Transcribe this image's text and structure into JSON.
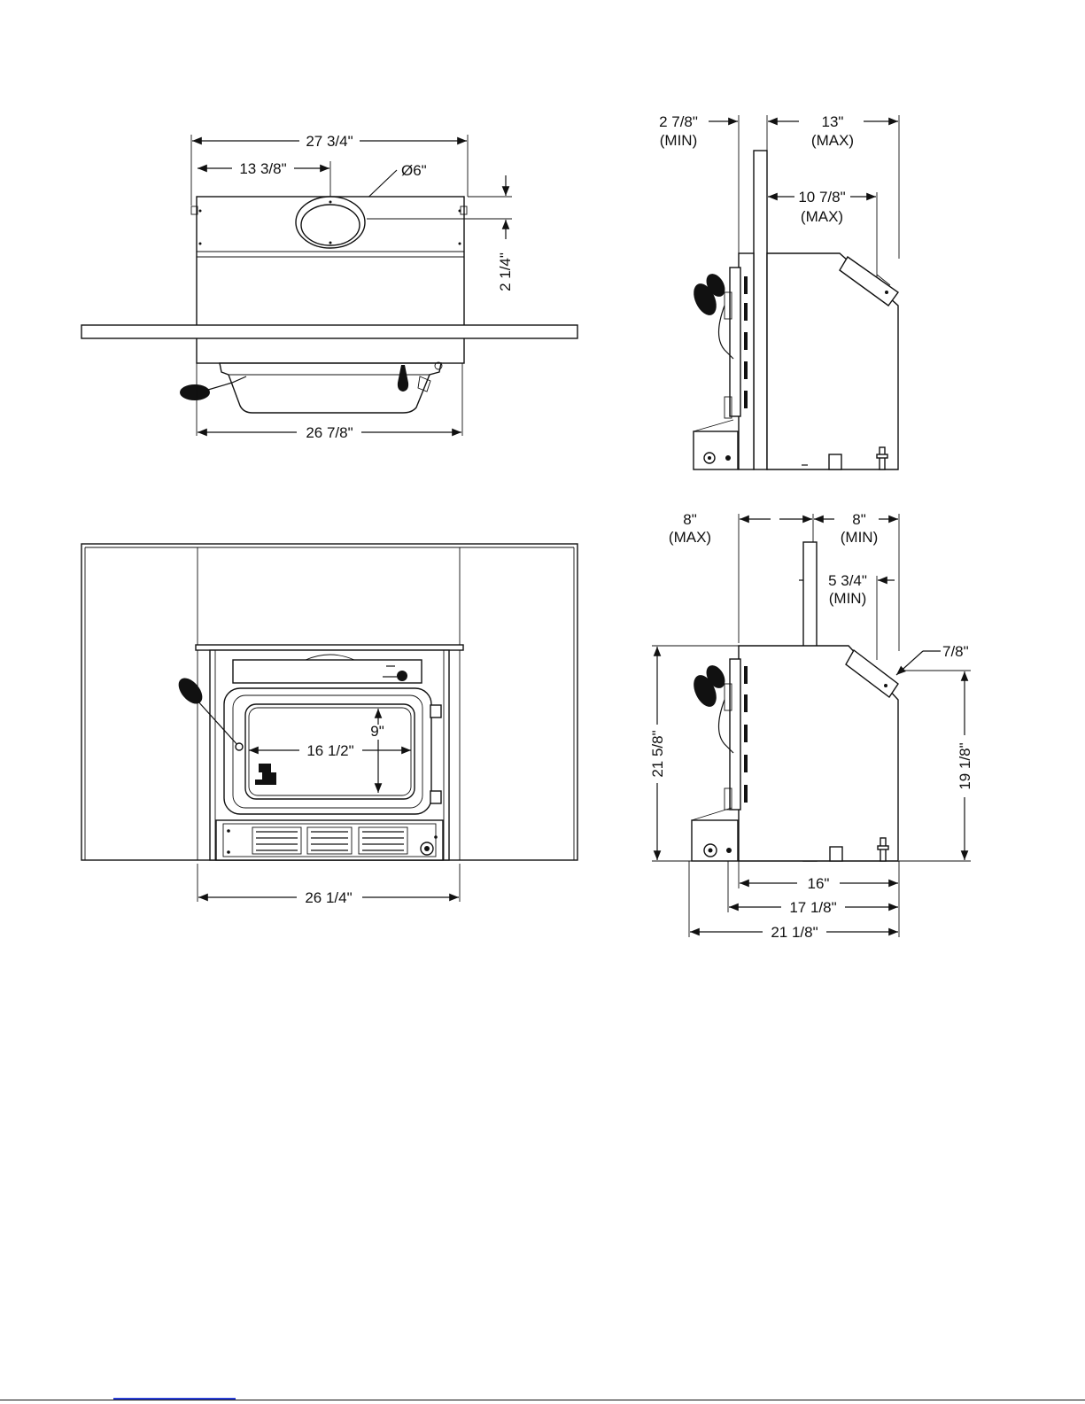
{
  "top_view": {
    "overall_width": "27 3/4\"",
    "flue_offset": "13 3/8\"",
    "flue_diameter": "Ø6\"",
    "flue_setback": "2 1/4\"",
    "body_width": "26 7/8\""
  },
  "front_view": {
    "glass_height": "9\"",
    "glass_width": "16 1/2\"",
    "surround_opening_width": "26 1/4\""
  },
  "side_view_upper": {
    "front_clearance": "2 7/8\"",
    "front_clearance_note": "(MIN)",
    "rear_depth": "13\"",
    "rear_depth_note": "(MAX)",
    "top_depth": "10 7/8\"",
    "top_depth_note": "(MAX)"
  },
  "side_view_lower": {
    "front_projection": "8\"",
    "front_projection_note": "(MAX)",
    "rear_depth": "8\"",
    "rear_depth_note": "(MIN)",
    "top_depth": "5 3/4\"",
    "top_depth_note": "(MIN)",
    "flue_collar": "7/8\"",
    "overall_height": "21 5/8\"",
    "rear_height": "19 1/8\"",
    "body_depth": "16\"",
    "depth_with_door": "17 1/8\"",
    "overall_depth": "21 1/8\""
  }
}
